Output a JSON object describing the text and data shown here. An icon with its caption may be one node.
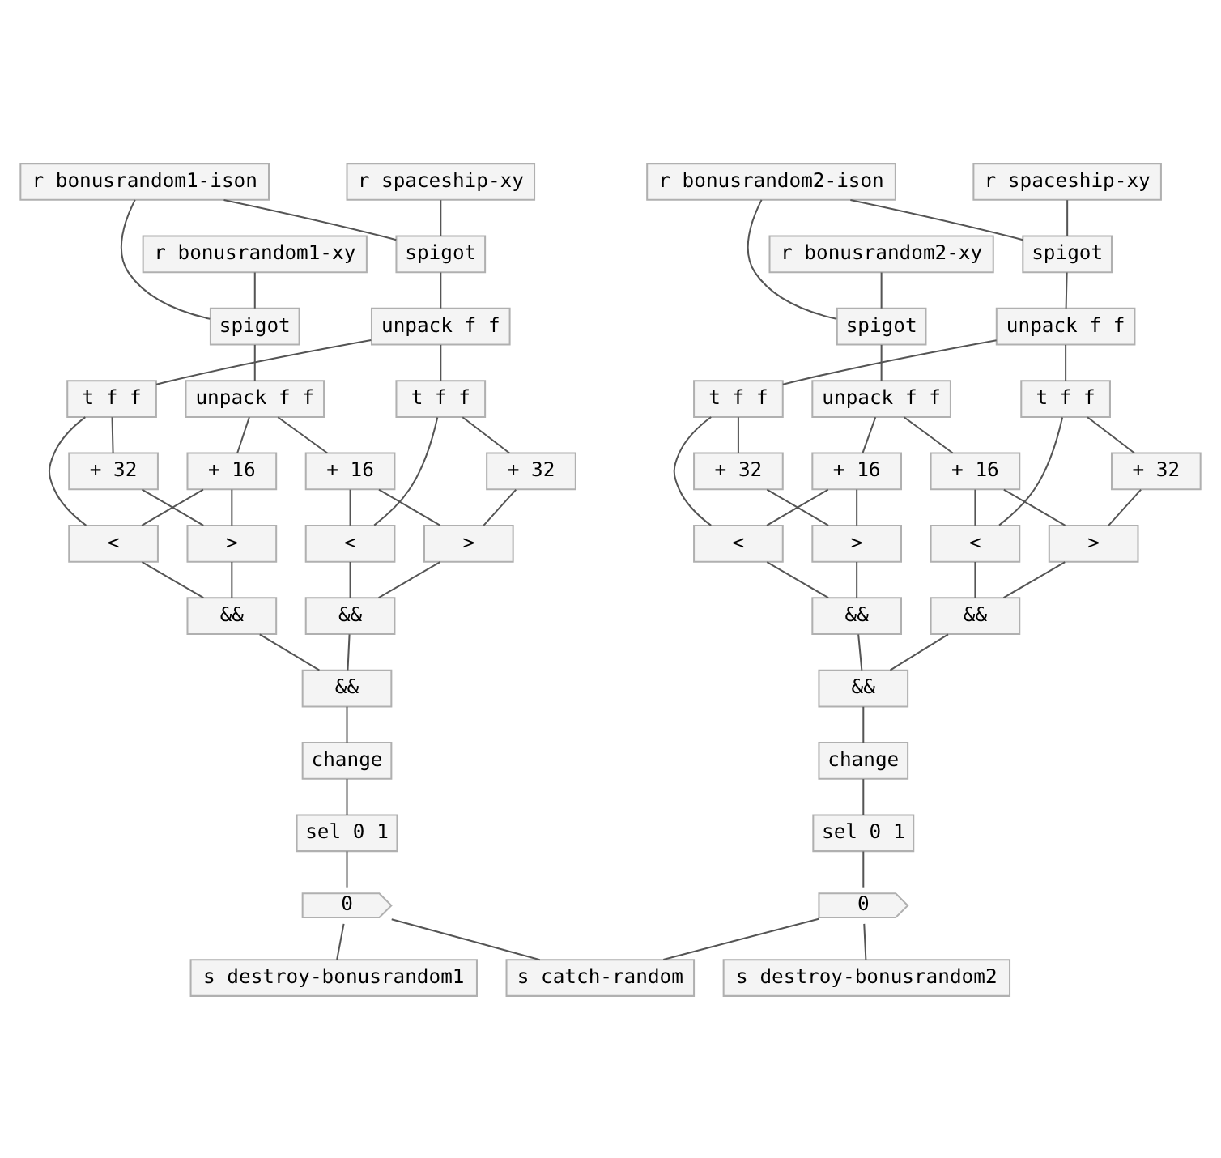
{
  "diagram": {
    "nodes": [
      {
        "text": [
          "r spaceship-xy"
        ]
      },
      {
        "text": [
          "r bonusrandom1-ison"
        ]
      },
      {
        "text": [
          "spigot"
        ]
      },
      {
        "text": [
          "unpack f f"
        ]
      },
      {
        "text": [
          "r bonusrandom1-xy"
        ]
      },
      {
        "text": [
          "spigot"
        ]
      },
      {
        "text": [
          "unpack f f"
        ]
      },
      {
        "text": [
          "+ 16"
        ]
      },
      {
        "text": [
          "+ 16"
        ]
      },
      {
        "text": [
          "t f f"
        ]
      },
      {
        "text": [
          "t f f"
        ]
      },
      {
        "text": [
          "+ 32"
        ]
      },
      {
        "text": [
          "+ 32"
        ]
      },
      {
        "text": [
          "<"
        ]
      },
      {
        "text": [
          ">"
        ]
      },
      {
        "text": [
          "<"
        ]
      },
      {
        "text": [
          ">"
        ]
      },
      {
        "text": [
          "&&"
        ]
      },
      {
        "text": [
          "&&"
        ]
      },
      {
        "text": [
          "&&"
        ]
      },
      {
        "text": [
          "change"
        ]
      },
      {
        "text": [
          "sel 0 1"
        ]
      },
      {
        "text": [
          "0"
        ]
      },
      {
        "text": [
          "s destroy-bonusrandom1"
        ]
      },
      {
        "text": [
          "s catch-random"
        ]
      },
      {
        "text": [
          "r spaceship-xy"
        ]
      },
      {
        "text": [
          "r bonusrandom2-ison"
        ]
      },
      {
        "text": [
          "spigot"
        ]
      },
      {
        "text": [
          "unpack f f"
        ]
      },
      {
        "text": [
          "r bonusrandom2-xy"
        ]
      },
      {
        "text": [
          "spigot"
        ]
      },
      {
        "text": [
          "unpack f f"
        ]
      },
      {
        "text": [
          "+ 16"
        ]
      },
      {
        "text": [
          "+ 16"
        ]
      },
      {
        "text": [
          "t f f"
        ]
      },
      {
        "text": [
          "t f f"
        ]
      },
      {
        "text": [
          "+ 32"
        ]
      },
      {
        "text": [
          "+ 32"
        ]
      },
      {
        "text": [
          "<"
        ]
      },
      {
        "text": [
          ">"
        ]
      },
      {
        "text": [
          "<"
        ]
      },
      {
        "text": [
          ">"
        ]
      },
      {
        "text": [
          "&&"
        ]
      },
      {
        "text": [
          "&&"
        ]
      },
      {
        "text": [
          "&&"
        ]
      },
      {
        "text": [
          "change"
        ]
      },
      {
        "text": [
          "sel 0 1"
        ]
      },
      {
        "text": [
          "0"
        ]
      },
      {
        "text": [
          "s destroy-bonusrandom2"
        ]
      }
    ],
    "edges": [
      {
        "from": 0,
        "to": 2,
        "arrow": "none"
      },
      {
        "from": 1,
        "to": 2,
        "arrow": "none"
      },
      {
        "from": 1,
        "to": 5,
        "arrow": "none"
      },
      {
        "from": 2,
        "to": 3,
        "arrow": "none"
      },
      {
        "from": 3,
        "to": 9,
        "arrow": "none"
      },
      {
        "from": 3,
        "to": 10,
        "arrow": "none"
      },
      {
        "from": 4,
        "to": 5,
        "arrow": "none"
      },
      {
        "from": 5,
        "to": 6,
        "arrow": "none"
      },
      {
        "from": 6,
        "to": 7,
        "arrow": "none"
      },
      {
        "from": 6,
        "to": 8,
        "arrow": "none"
      },
      {
        "from": 9,
        "to": 13,
        "arrow": "none"
      },
      {
        "from": 9,
        "to": 11,
        "arrow": "none"
      },
      {
        "from": 11,
        "to": 14,
        "arrow": "none"
      },
      {
        "from": 10,
        "to": 15,
        "arrow": "none"
      },
      {
        "from": 10,
        "to": 12,
        "arrow": "none"
      },
      {
        "from": 12,
        "to": 16,
        "arrow": "none"
      },
      {
        "from": 7,
        "to": 13,
        "arrow": "none"
      },
      {
        "from": 7,
        "to": 14,
        "arrow": "none"
      },
      {
        "from": 8,
        "to": 15,
        "arrow": "none"
      },
      {
        "from": 8,
        "to": 16,
        "arrow": "none"
      },
      {
        "from": 13,
        "to": 17,
        "arrow": "none"
      },
      {
        "from": 14,
        "to": 17,
        "arrow": "none"
      },
      {
        "from": 15,
        "to": 18,
        "arrow": "none"
      },
      {
        "from": 16,
        "to": 18,
        "arrow": "none"
      },
      {
        "from": 17,
        "to": 19,
        "arrow": "none"
      },
      {
        "from": 18,
        "to": 19,
        "arrow": "none"
      },
      {
        "from": 19,
        "to": 20,
        "arrow": "none"
      },
      {
        "from": 20,
        "to": 21,
        "arrow": "none"
      },
      {
        "from": 21,
        "to": 22,
        "arrow": "none"
      },
      {
        "from": 22,
        "to": 23,
        "arrow": "none"
      },
      {
        "from": 22,
        "to": 24,
        "arrow": "none"
      },
      {
        "from": 25,
        "to": 27,
        "arrow": "none"
      },
      {
        "from": 26,
        "to": 27,
        "arrow": "none"
      },
      {
        "from": 26,
        "to": 30,
        "arrow": "none"
      },
      {
        "from": 27,
        "to": 28,
        "arrow": "none"
      },
      {
        "from": 28,
        "to": 34,
        "arrow": "none"
      },
      {
        "from": 28,
        "to": 35,
        "arrow": "none"
      },
      {
        "from": 29,
        "to": 30,
        "arrow": "none"
      },
      {
        "from": 30,
        "to": 31,
        "arrow": "none"
      },
      {
        "from": 31,
        "to": 32,
        "arrow": "none"
      },
      {
        "from": 31,
        "to": 33,
        "arrow": "none"
      },
      {
        "from": 34,
        "to": 38,
        "arrow": "none"
      },
      {
        "from": 34,
        "to": 36,
        "arrow": "none"
      },
      {
        "from": 36,
        "to": 39,
        "arrow": "none"
      },
      {
        "from": 35,
        "to": 40,
        "arrow": "none"
      },
      {
        "from": 35,
        "to": 37,
        "arrow": "none"
      },
      {
        "from": 37,
        "to": 41,
        "arrow": "none"
      },
      {
        "from": 32,
        "to": 38,
        "arrow": "none"
      },
      {
        "from": 32,
        "to": 39,
        "arrow": "none"
      },
      {
        "from": 33,
        "to": 40,
        "arrow": "none"
      },
      {
        "from": 33,
        "to": 41,
        "arrow": "none"
      },
      {
        "from": 38,
        "to": 42,
        "arrow": "none"
      },
      {
        "from": 39,
        "to": 42,
        "arrow": "none"
      },
      {
        "from": 40,
        "to": 43,
        "arrow": "none"
      },
      {
        "from": 41,
        "to": 43,
        "arrow": "none"
      },
      {
        "from": 42,
        "to": 44,
        "arrow": "none"
      },
      {
        "from": 43,
        "to": 44,
        "arrow": "none"
      },
      {
        "from": 44,
        "to": 45,
        "arrow": "none"
      },
      {
        "from": 45,
        "to": 46,
        "arrow": "none"
      },
      {
        "from": 46,
        "to": 47,
        "arrow": "none"
      },
      {
        "from": 47,
        "to": 48,
        "arrow": "none"
      },
      {
        "from": 47,
        "to": 24,
        "arrow": "none"
      }
    ]
  }
}
